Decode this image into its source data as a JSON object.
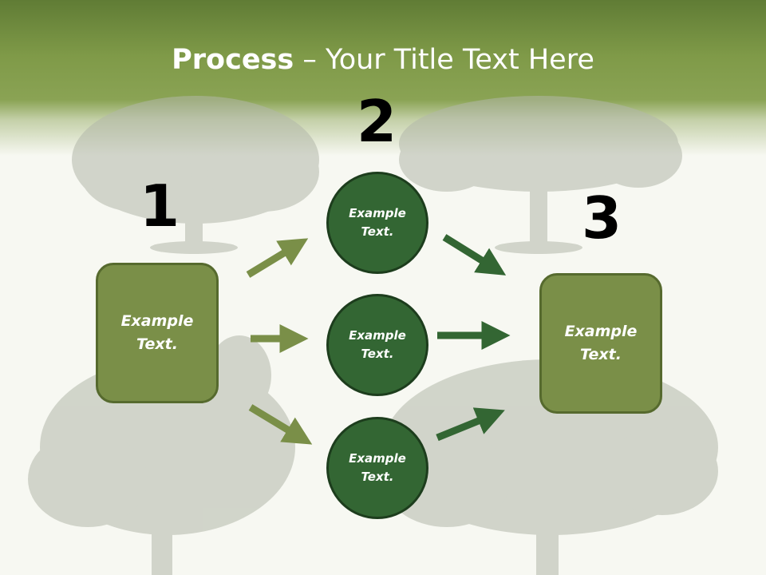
{
  "title": {
    "bold": "Process",
    "rest": " – Your Title Text Here"
  },
  "steps": {
    "one": "1",
    "two": "2",
    "three": "3"
  },
  "boxes": {
    "left": "Example Text.",
    "right": "Example Text."
  },
  "circles": {
    "top": "Example Text.",
    "middle": "Example Text.",
    "bottom": "Example Text."
  },
  "colors": {
    "header": "#7f9a48",
    "box_fill": "#7a8f48",
    "circle_fill": "#336633",
    "arrow_light": "#7a8f48",
    "arrow_dark": "#336633"
  }
}
